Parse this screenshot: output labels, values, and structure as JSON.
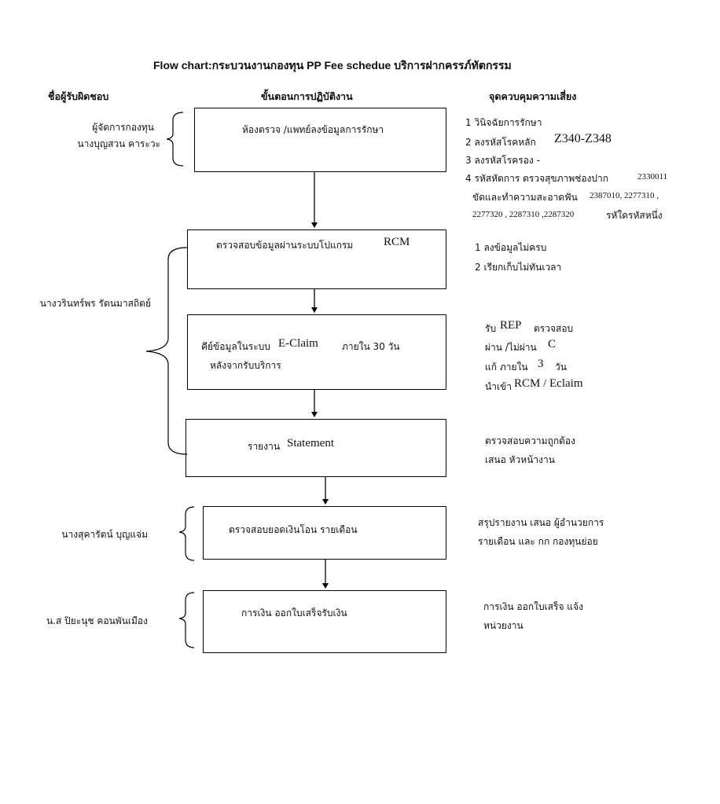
{
  "title": "Flow chart:กระบวนงานกองทุน PP Fee schedue บริการฝากครรภ์ทัตกรรม",
  "headers": {
    "responsible": "ชื่อผู้รับผิดชอบ",
    "procedure": "ขั้นตอนการปฏิบัติงาน",
    "risk_control": "จุดควบคุมความเสี่ยง"
  },
  "people": {
    "p1_line1": "ผู้จัดการกองทุน",
    "p1_line2": "นางบุญสวน คาระวะ",
    "p2": "นางวรินทร์พร รัตนมาสถิตย์",
    "p3": "นางสุคารัตน์ บุญแจ่ม",
    "p4": "น.ส ปิยะนุช คอนพันเมือง"
  },
  "steps": {
    "s1": "ห้องตรวจ /แพทย์ลงข้อมูลการรักษา",
    "s2_thai": "ตรวจสอบข้อมูลผ่านระบบโปแกรม",
    "s2_code": "RCM",
    "s3_line1_a": "คีย์ข้อมูลในระบบ",
    "s3_line1_b": "E-Claim",
    "s3_line1_c": "ภายใน 30 วัน",
    "s3_line2": "หลังจากรับบริการ",
    "s4_thai": "รายงาน",
    "s4_en": "Statement",
    "s5": "ตรวจสอบยอดเงินโอน รายเดือน",
    "s6": "การเงิน ออกใบเสร็จรับเงิน"
  },
  "risks": {
    "r1_1": "1 วินิจฉัยการรักษา",
    "r1_2a": "2 ลงรหัสโรคหลัก",
    "r1_2b": "Z340-Z348",
    "r1_3": "3 ลงรหัสโรครอง -",
    "r1_4a": "4 รหัสหัตการ ตรวจสุขภาพช่องปาก",
    "r1_4b": "2330011",
    "r1_5a": "ขัดและทำความสะอาดฟัน",
    "r1_5b": "2387010, 2277310 ,",
    "r1_6a": "2277320 , 2287310 ,2287320",
    "r1_6b": "รหัใดรหัสหนึ่ง",
    "r2_1": "1 ลงข้อมูลไม่ครบ",
    "r2_2": "2 เรียกเก็บไม่ทันเวลา",
    "r3_1a": "รับ",
    "r3_1b": "REP",
    "r3_1c": "ตรวจสอบ",
    "r3_2a": "ผ่าน /ไม่ผ่าน",
    "r3_2b": "C",
    "r3_3a": "แก้ ภายใน",
    "r3_3b": "3",
    "r3_3c": "วัน",
    "r3_4a": "นำเข้า",
    "r3_4b": "RCM / Eclaim",
    "r4_1": "ตรวจสอบความถูกต้อง",
    "r4_2": "เสนอ หัวหน้างาน",
    "r5_1": "สรุปรายงาน เสนอ ผู้อำนวยการ",
    "r5_2": "รายเดือน และ กก กองทุนย่อย",
    "r6_1": "การเงิน ออกใบเสร็จ แจ้ง",
    "r6_2": "หน่วยงาน"
  }
}
